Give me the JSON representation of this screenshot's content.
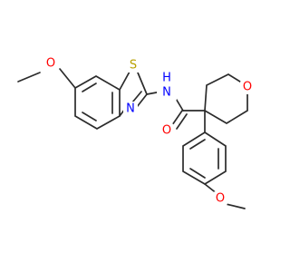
{
  "molecule": {
    "atom_labels": {
      "o_methoxy_1": "O",
      "s_thiazole": "S",
      "n_thiazole": "N",
      "nh_amide": "N",
      "h_amide": "H",
      "o_carbonyl": "O",
      "o_oxane": "O",
      "o_methoxy_2": "O"
    }
  },
  "colors": {
    "bond": "#2b2b2b",
    "oxygen": "#ff0000",
    "nitrogen": "#0000ff",
    "sulfur": "#b8a100"
  }
}
